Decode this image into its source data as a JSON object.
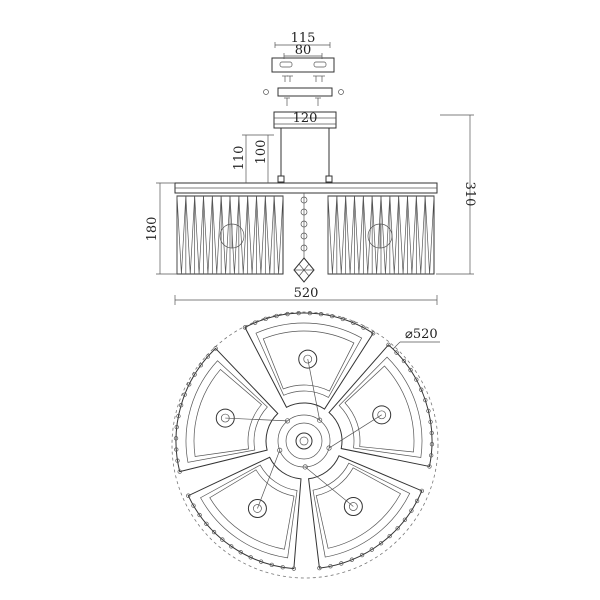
{
  "dimensions": {
    "bracket_outer": "115",
    "bracket_inner": "80",
    "canopy_width": "120",
    "rod_length_outer": "110",
    "rod_length_inner": "100",
    "total_height": "310",
    "shade_height": "180",
    "total_width": "520",
    "diameter": "⌀520"
  },
  "colors": {
    "line": "#333333",
    "background": "#ffffff"
  }
}
